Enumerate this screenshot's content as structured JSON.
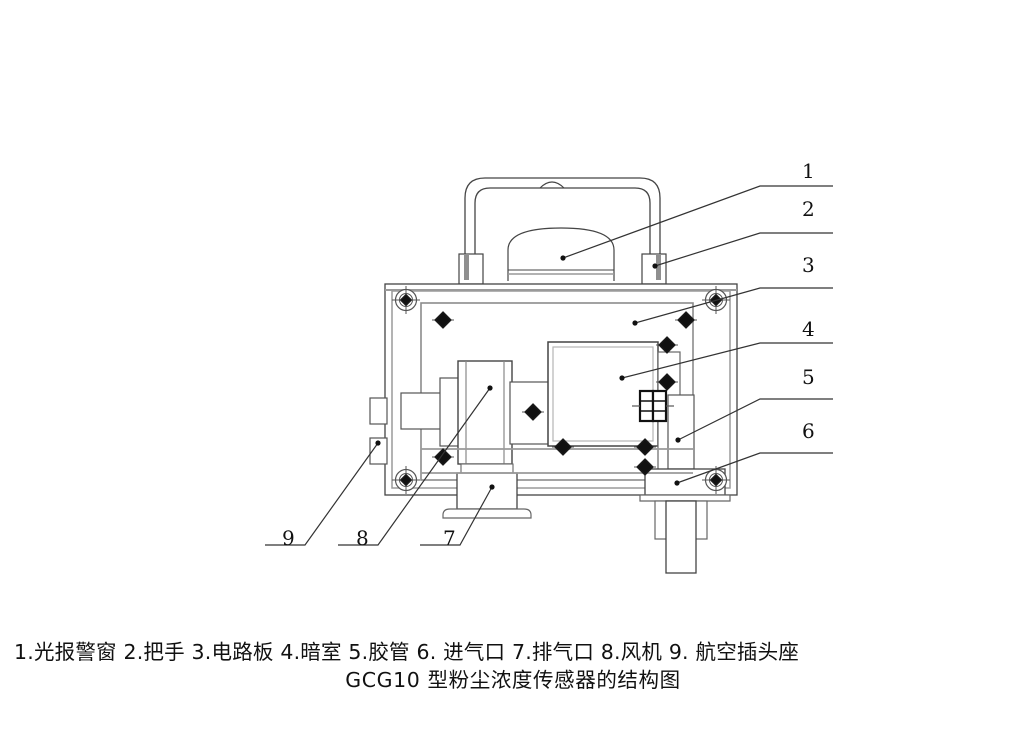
{
  "figure": {
    "title": "GCG10 型粉尘浓度传感器的结构图",
    "legend_line": "1.光报警窗   2.把手  3.电路板 4.暗室 5.胶管 6.  进气口 7.排气口 8.风机 9.  航空插头座",
    "drawing_type": "engineering-line-drawing",
    "line_color": "#1a1a1a",
    "fill_color": "#ffffff",
    "shade_color": "#a8a8a8"
  },
  "callouts": {
    "right": [
      {
        "id": "1",
        "label": "1",
        "target": "alarm-window"
      },
      {
        "id": "2",
        "label": "2",
        "target": "handle"
      },
      {
        "id": "3",
        "label": "3",
        "target": "circuit-board"
      },
      {
        "id": "4",
        "label": "4",
        "target": "dark-chamber"
      },
      {
        "id": "5",
        "label": "5",
        "target": "rubber-hose"
      },
      {
        "id": "6",
        "label": "6",
        "target": "air-inlet"
      }
    ],
    "bottom": [
      {
        "id": "7",
        "label": "7",
        "target": "exhaust-outlet"
      },
      {
        "id": "8",
        "label": "8",
        "target": "fan"
      },
      {
        "id": "9",
        "label": "9",
        "target": "aviation-plug-socket"
      }
    ]
  },
  "parts": [
    {
      "num": "1",
      "name": "光报警窗"
    },
    {
      "num": "2",
      "name": "把手"
    },
    {
      "num": "3",
      "name": "电路板"
    },
    {
      "num": "4",
      "name": "暗室"
    },
    {
      "num": "5",
      "name": "胶管"
    },
    {
      "num": "6",
      "name": "进气口"
    },
    {
      "num": "7",
      "name": "排气口"
    },
    {
      "num": "8",
      "name": "风机"
    },
    {
      "num": "9",
      "name": "航空插头座"
    }
  ]
}
